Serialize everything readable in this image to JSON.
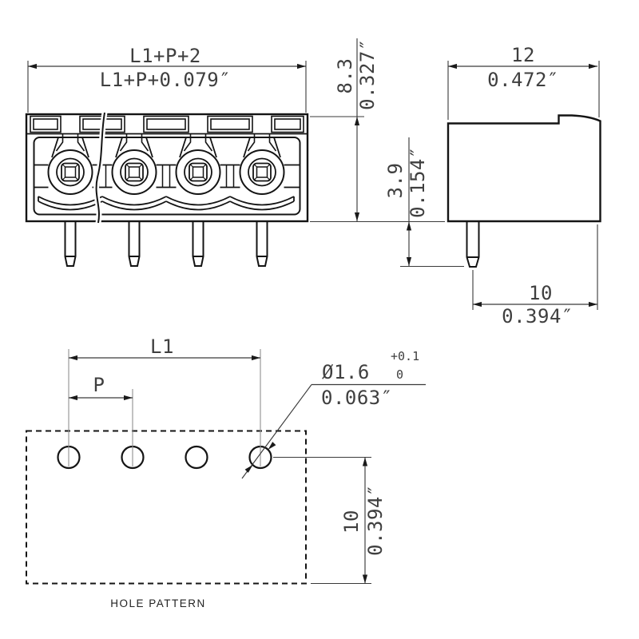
{
  "colors": {
    "object_line": "#141414",
    "dimension_line": "#3a3a3a",
    "background": "#ffffff"
  },
  "views": {
    "front": {
      "dim_width_metric": "L1+P+2",
      "dim_width_imperial": "L1+P+0.079″",
      "dim_height_metric": "8.3",
      "dim_height_imperial": "0.327″"
    },
    "side": {
      "dim_width_metric": "12",
      "dim_width_imperial": "0.472″",
      "dim_pin_metric": "3.9",
      "dim_pin_imperial": "0.154″",
      "dim_depth_metric": "10",
      "dim_depth_imperial": "0.394″"
    },
    "holes": {
      "caption": "HOLE PATTERN",
      "dim_span": "L1",
      "dim_pitch": "P",
      "dia_metric": "Ø1.6",
      "dia_tol_upper": "+0.1",
      "dia_tol_lower": "0",
      "dia_imperial": "0.063″",
      "dim_offset_metric": "10",
      "dim_offset_imperial": "0.394″"
    }
  }
}
